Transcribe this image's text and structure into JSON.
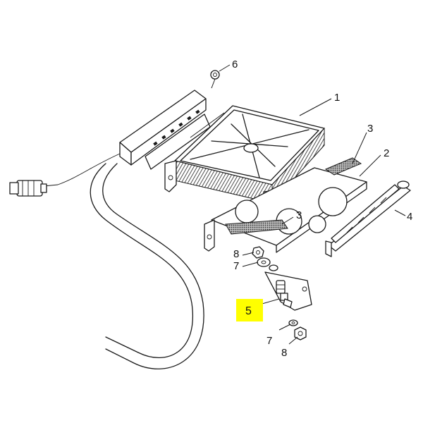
{
  "colors": {
    "highlight": "#ffff00",
    "line": "#1a1a1a",
    "background": "#ffffff"
  },
  "callouts": {
    "p1": "1",
    "p2": "2",
    "p3_top": "3",
    "p3_mid": "3",
    "p4": "4",
    "p5": "5",
    "p6": "6",
    "p7_upper": "7",
    "p7_lower": "7",
    "p8_upper": "8",
    "p8_lower": "8"
  },
  "highlighted_part": "5"
}
